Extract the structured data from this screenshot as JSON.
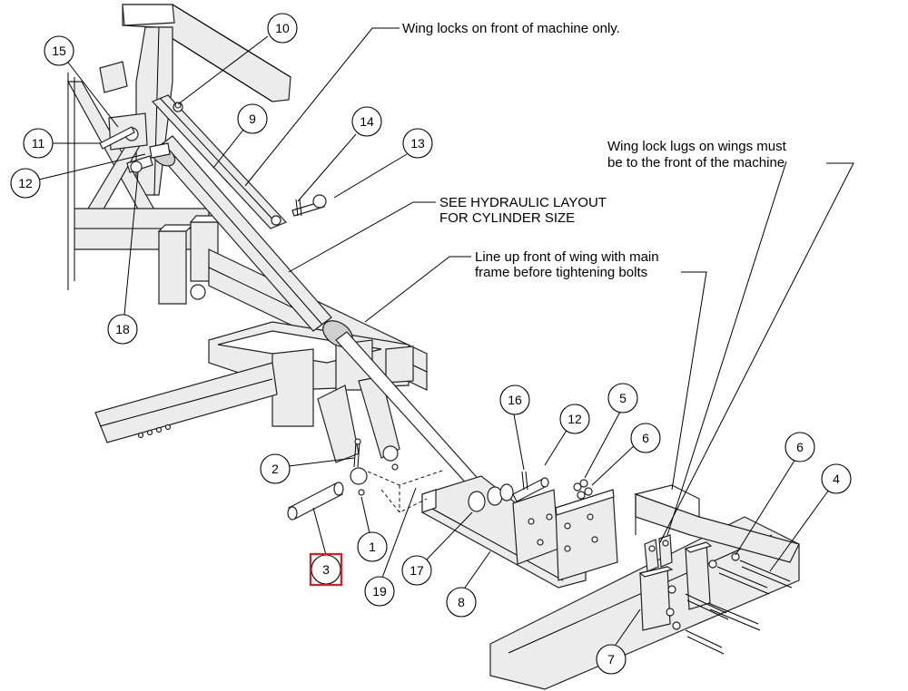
{
  "notes": {
    "wing_locks": "Wing locks on front of machine only.",
    "lug_line1": "Wing lock lugs on wings must",
    "lug_line2": "be to the front of the machine",
    "hyd_line1": "SEE HYDRAULIC LAYOUT",
    "hyd_line2": "FOR CYLINDER SIZE",
    "lineup_line1": "Line up front of wing with main",
    "lineup_line2": "frame before tightening bolts"
  },
  "callouts": {
    "c1": "1",
    "c2": "2",
    "c3": "3",
    "c4": "4",
    "c5": "5",
    "c6a": "6",
    "c6b": "6",
    "c7": "7",
    "c8": "8",
    "c9": "9",
    "c10": "10",
    "c11": "11",
    "c12a": "12",
    "c12b": "12",
    "c13": "13",
    "c14": "14",
    "c15": "15",
    "c16": "16",
    "c17": "17",
    "c18": "18",
    "c19": "19"
  },
  "highlight": {
    "callout": "3",
    "color": "#e01b24"
  }
}
